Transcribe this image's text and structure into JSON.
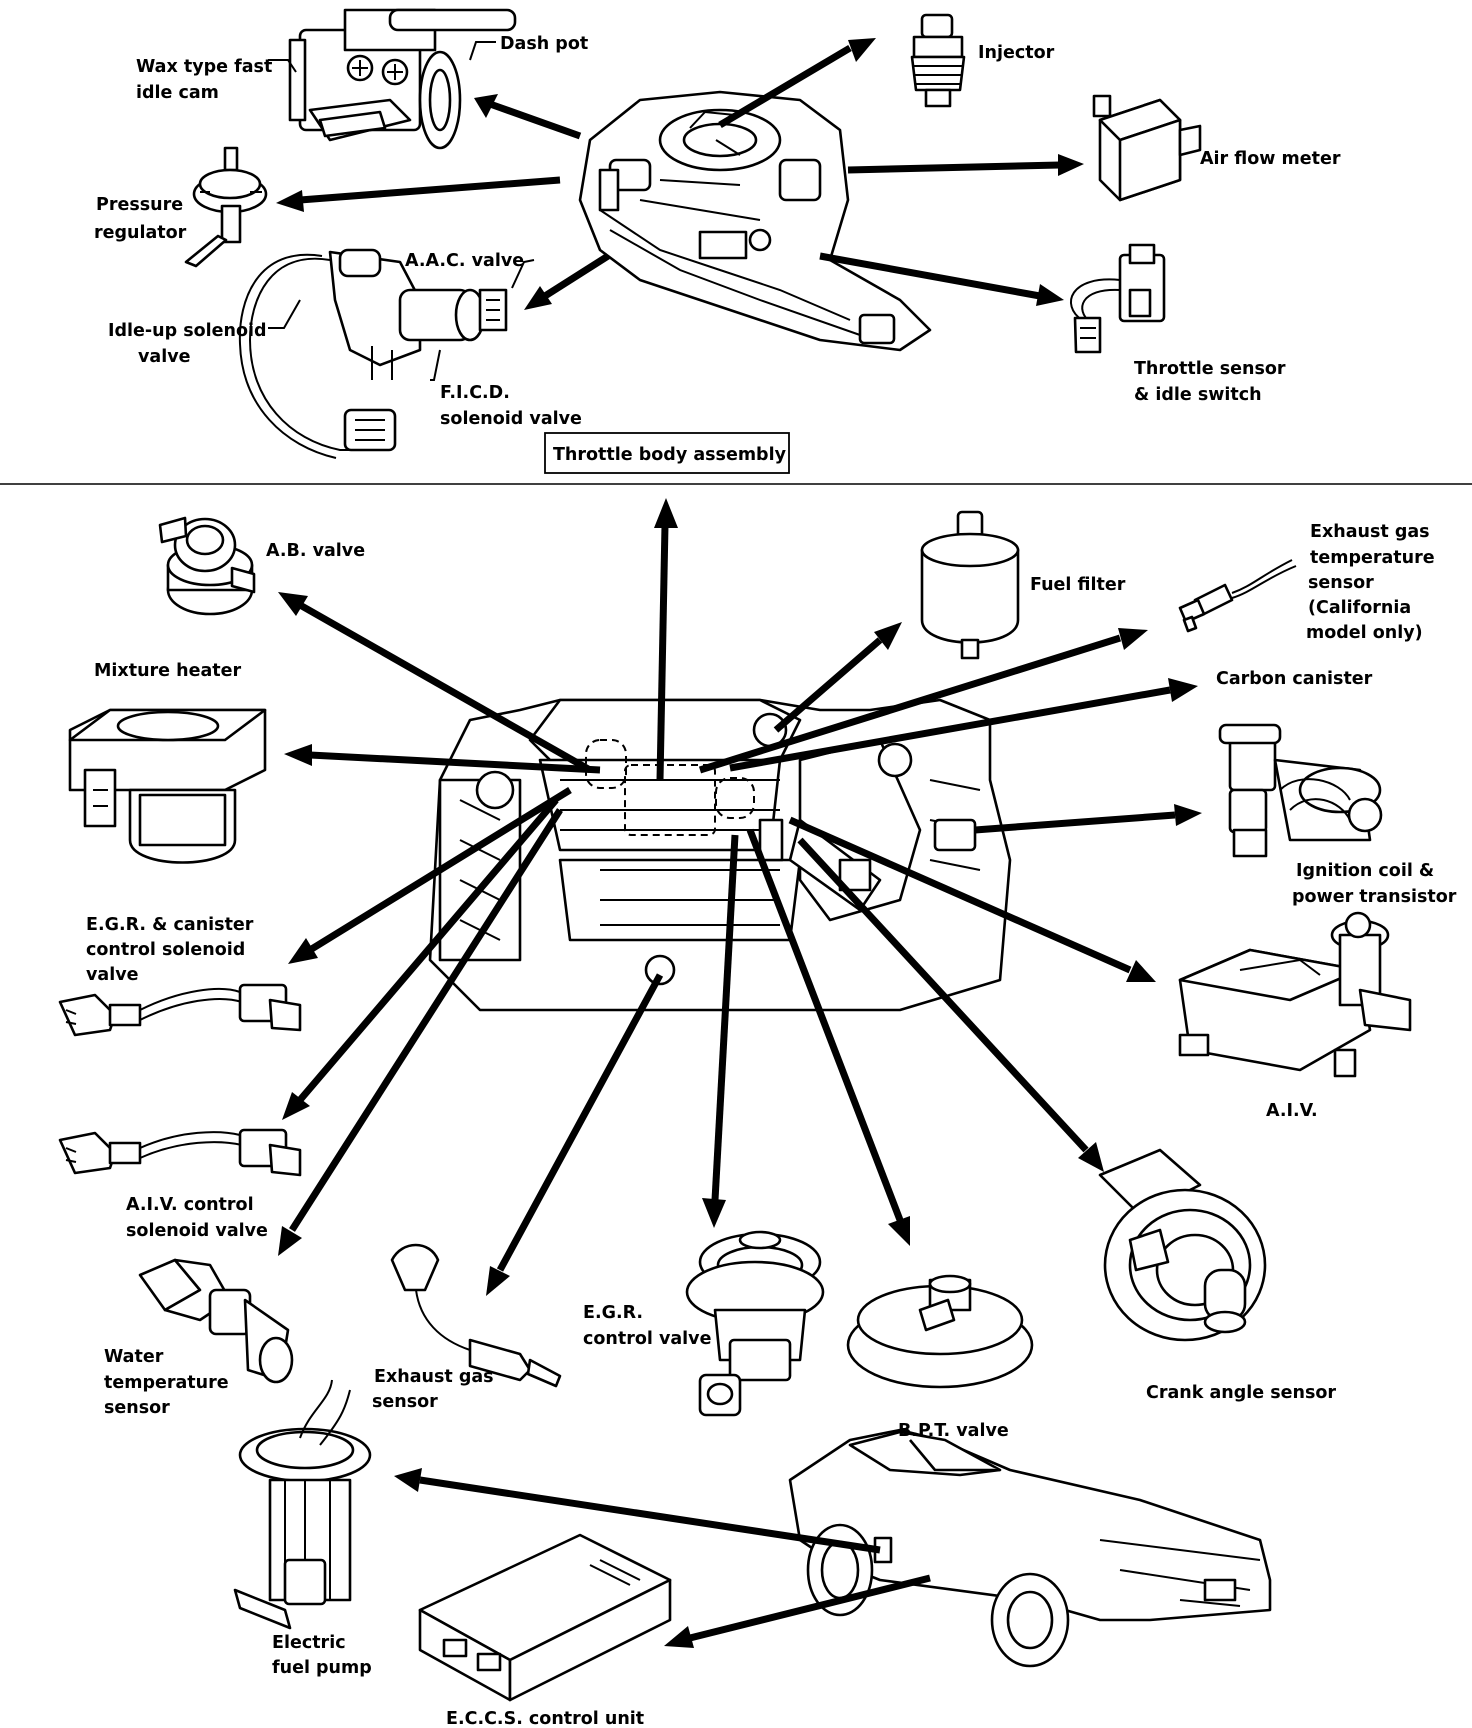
{
  "labels": {
    "wax_type_fast_idle_cam": [
      "Wax type fast",
      "idle cam"
    ],
    "dash_pot": "Dash pot",
    "injector": "Injector",
    "air_flow_meter": "Air flow meter",
    "pressure_regulator": [
      "Pressure",
      "regulator"
    ],
    "aac_valve": "A.A.C. valve",
    "idle_up_solenoid_valve": [
      "Idle-up solenoid",
      "valve"
    ],
    "ficd_solenoid_valve": [
      "F.I.C.D.",
      "solenoid valve"
    ],
    "throttle_sensor_idle_switch": [
      "Throttle sensor",
      "& idle switch"
    ],
    "throttle_body_assembly": "Throttle body assembly",
    "ab_valve": "A.B. valve",
    "fuel_filter": "Fuel filter",
    "exhaust_gas_temperature_sensor": [
      "Exhaust gas",
      "temperature",
      "sensor",
      "(California",
      "model only)"
    ],
    "mixture_heater": "Mixture heater",
    "carbon_canister": "Carbon canister",
    "ignition_coil_power_transistor": [
      "Ignition coil &",
      "power transistor"
    ],
    "egr_canister_control_solenoid_valve": [
      "E.G.R. & canister",
      "control solenoid",
      "valve"
    ],
    "aiv": "A.I.V.",
    "aiv_control_solenoid_valve": [
      "A.I.V. control",
      "solenoid valve"
    ],
    "water_temperature_sensor": [
      "Water",
      "temperature",
      "sensor"
    ],
    "exhaust_gas_sensor": [
      "Exhaust gas",
      "sensor"
    ],
    "egr_control_valve": [
      "E.G.R.",
      "control valve"
    ],
    "bpt_valve": "B.P.T. valve",
    "crank_angle_sensor": "Crank angle sensor",
    "electric_fuel_pump": [
      "Electric",
      "fuel pump"
    ],
    "eccs_control_unit": "E.C.C.S. control unit"
  }
}
